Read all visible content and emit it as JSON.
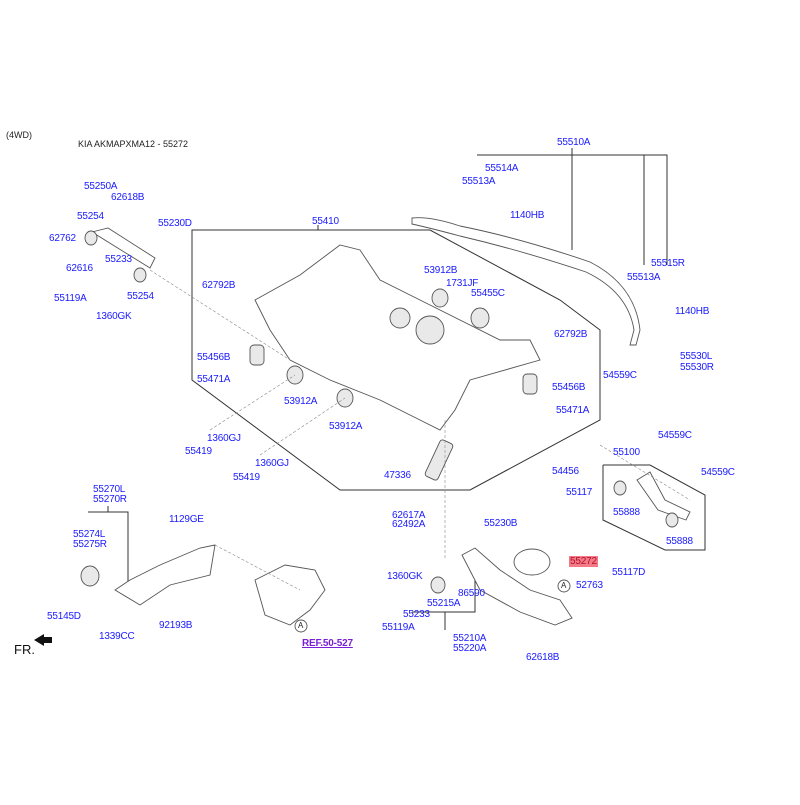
{
  "header": {
    "variant": "(4WD)",
    "title": "KIA AKMAPXMA12 - 55272"
  },
  "highlight_color": "#f47a86",
  "labels": {
    "p55250A": "55250A",
    "p62618B_top": "62618B",
    "p55254_a": "55254",
    "p55230D": "55230D",
    "p62762": "62762",
    "p62616": "62616",
    "p55233_a": "55233",
    "p55254_b": "55254",
    "p55119A_a": "55119A",
    "p1360GK_a": "1360GK",
    "p55410": "55410",
    "p62792B_l": "62792B",
    "p55456B_l": "55456B",
    "p55471A_l": "55471A",
    "p53912A_a": "53912A",
    "p53912A_b": "53912A",
    "p1360GJ_a": "1360GJ",
    "p1360GJ_b": "1360GJ",
    "p55419_a": "55419",
    "p55419_b": "55419",
    "p53912B": "53912B",
    "p1731JF": "1731JF",
    "p55455C": "55455C",
    "p62792B_r": "62792B",
    "p55456B_r": "55456B",
    "p55471A_r": "55471A",
    "p55510A": "55510A",
    "p55514A": "55514A",
    "p55513A_l": "55513A",
    "p1140HB_l": "1140HB",
    "p55515R": "55515R",
    "p55513A_r": "55513A",
    "p1140HB_r": "1140HB",
    "p54559C_a": "54559C",
    "p55530L": "55530L",
    "p55530R": "55530R",
    "p47336": "47336",
    "p54456": "54456",
    "p55100": "55100",
    "p54559C_b": "54559C",
    "p54559C_c": "54559C",
    "p55117": "55117",
    "p55888_a": "55888",
    "p55888_b": "55888",
    "p55117D": "55117D",
    "p62617A": "62617A",
    "p62492A": "62492A",
    "p55230B": "55230B",
    "p55272": "55272",
    "p1360GK_b": "1360GK",
    "p86590": "86590",
    "p55215A": "55215A",
    "p55233_b": "55233",
    "p55119A_b": "55119A",
    "p52763": "52763",
    "p55210A": "55210A",
    "p55220A": "55220A",
    "p62618B_bot": "62618B",
    "p55270L": "55270L",
    "p55270R": "55270R",
    "p55274L": "55274L",
    "p55275R": "55275R",
    "p1129GE": "1129GE",
    "p55145D": "55145D",
    "p1339CC": "1339CC",
    "p92193B": "92193B",
    "ref": "REF.50-527",
    "callout_a": "A",
    "fr": "FR."
  }
}
